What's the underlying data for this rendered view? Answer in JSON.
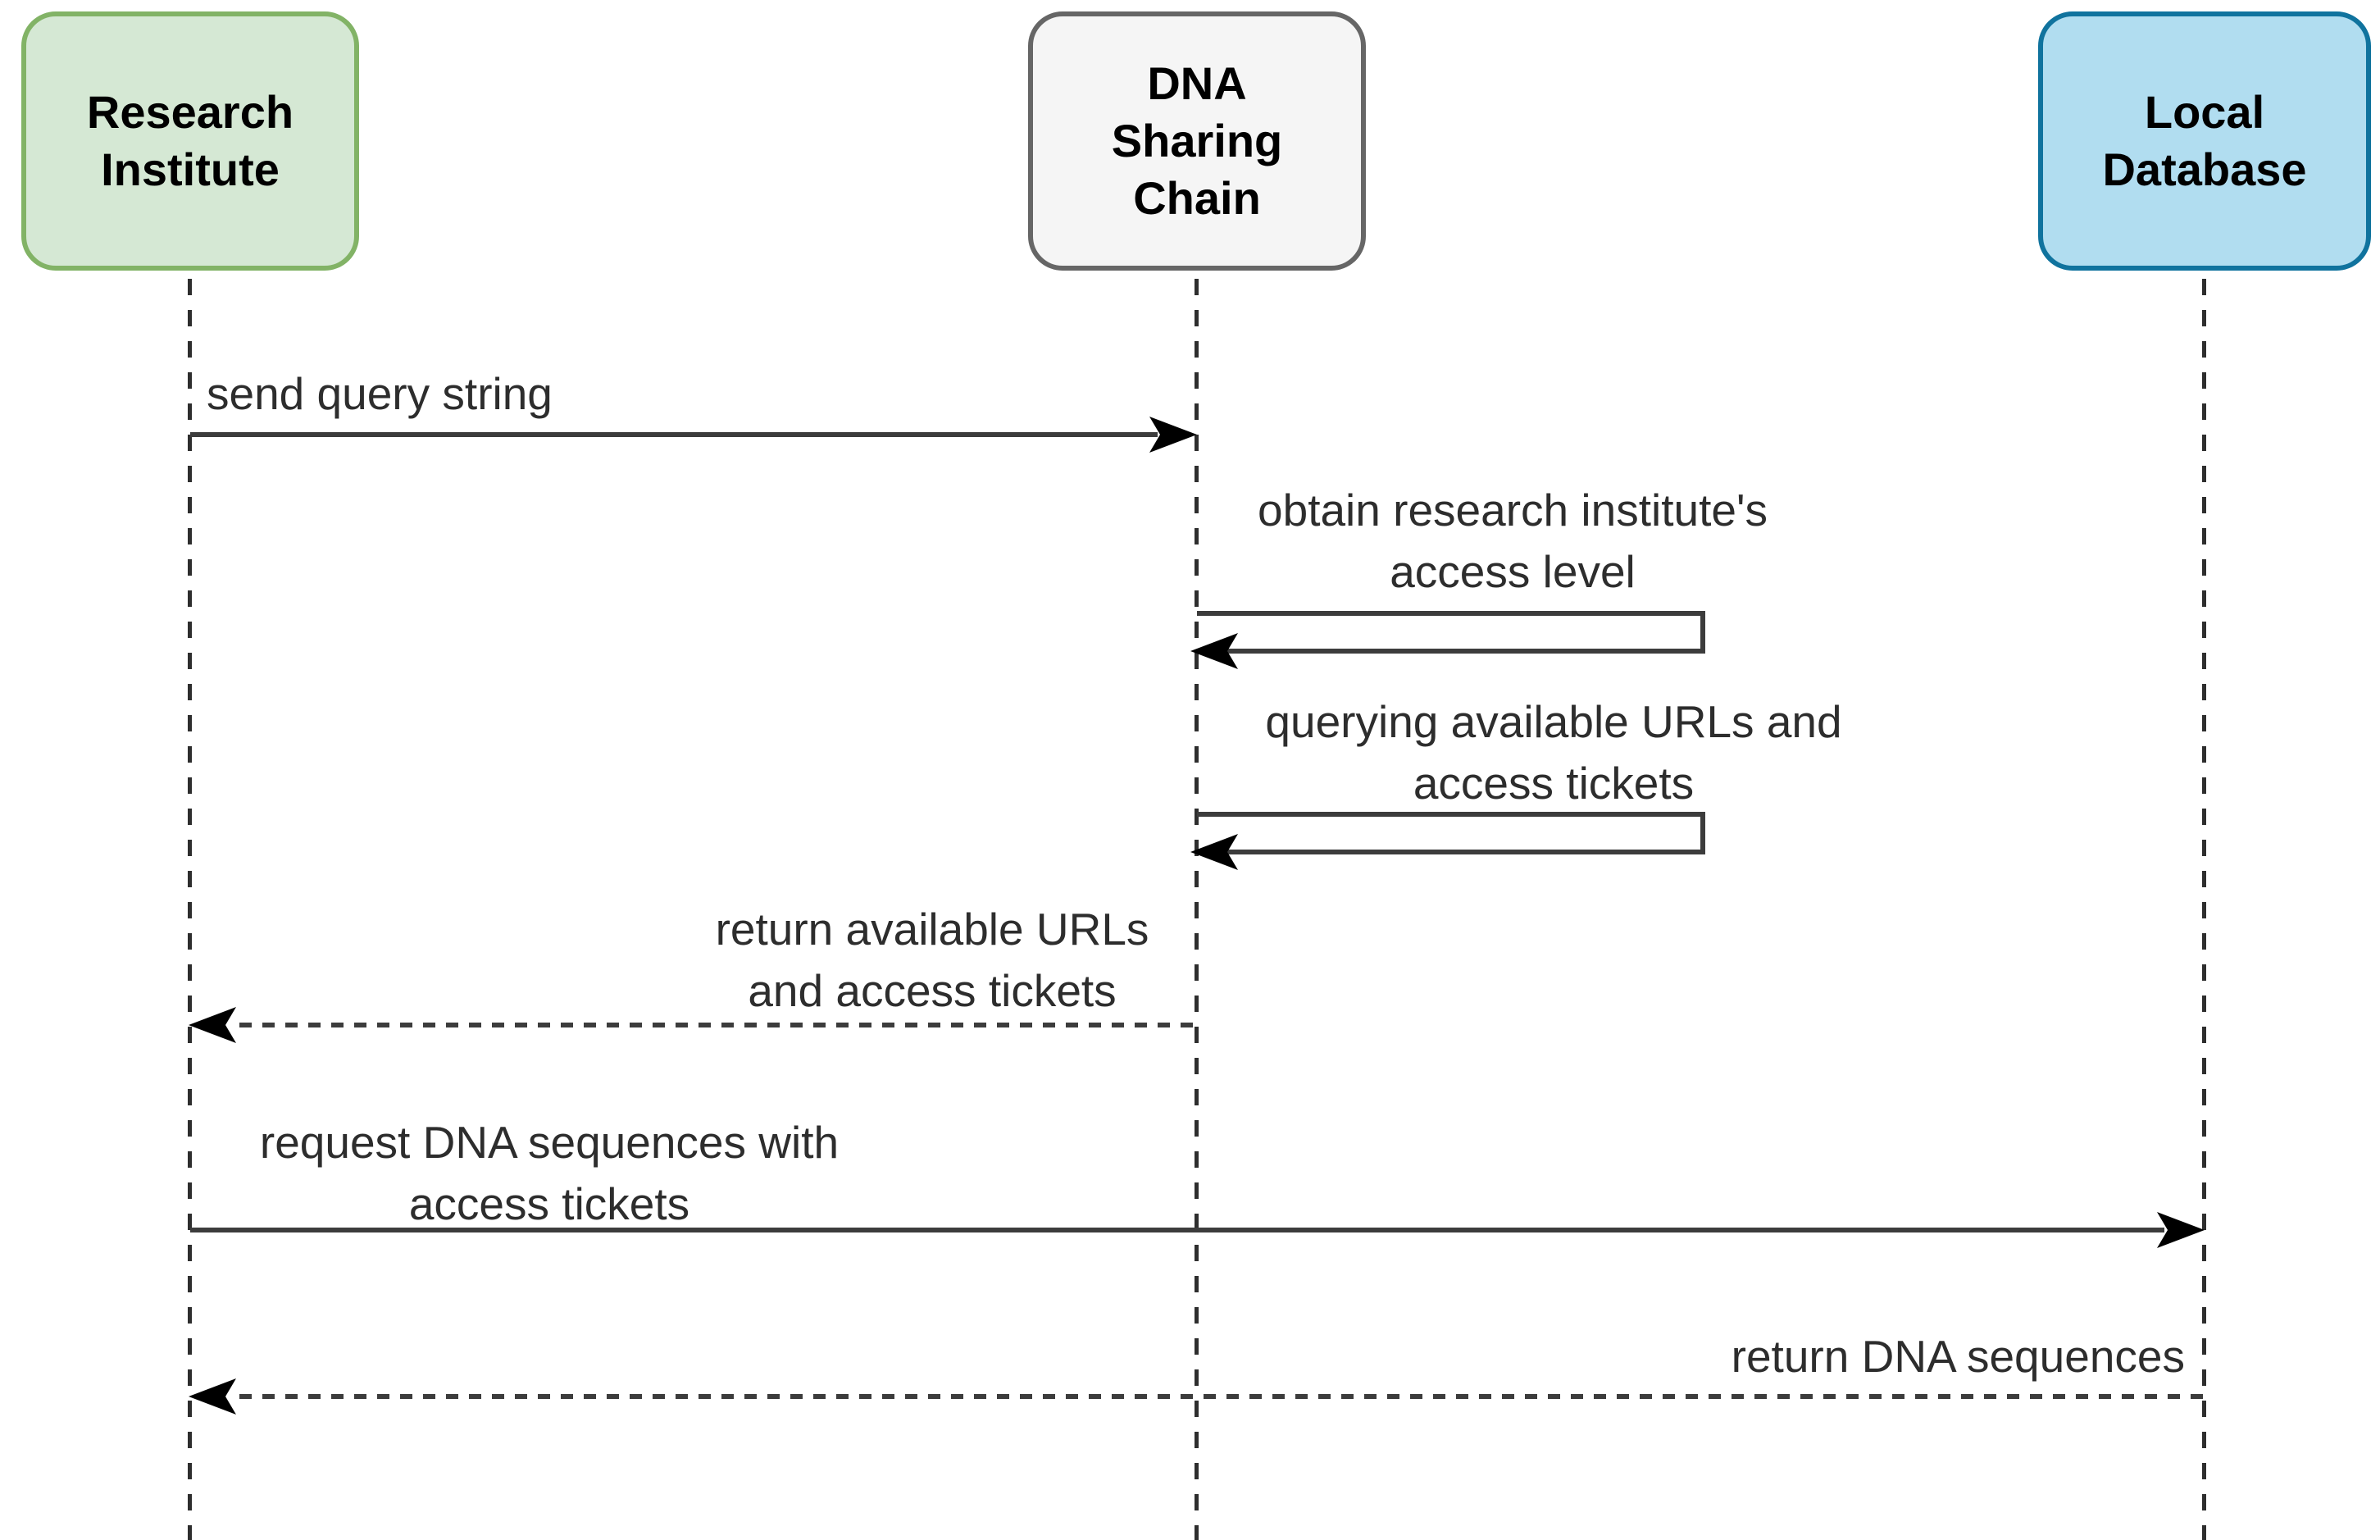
{
  "diagram": {
    "kind": "uml-sequence-diagram",
    "background": "#ffffff",
    "colors": {
      "line": "#3c3c3c",
      "arrowhead": "#000000",
      "message_text": "#2d2d2d",
      "actor_text": "#000000"
    },
    "actors": [
      {
        "name": "Research Institute",
        "fill": "#d5e8d4",
        "border": "#82b366"
      },
      {
        "name": "DNA Sharing Chain",
        "fill": "#f5f5f5",
        "border": "#666666"
      },
      {
        "name": "Local Database",
        "fill": "#b1ddf0",
        "border": "#10739e"
      }
    ],
    "messages": [
      {
        "from": "Research Institute",
        "to": "DNA Sharing Chain",
        "type": "solid-arrow",
        "lines": [
          "send query string"
        ]
      },
      {
        "from": "DNA Sharing Chain",
        "to": "DNA Sharing Chain",
        "type": "self-message",
        "lines": [
          "obtain research institute's",
          "access level"
        ]
      },
      {
        "from": "DNA Sharing Chain",
        "to": "DNA Sharing Chain",
        "type": "self-message",
        "lines": [
          "querying available URLs and",
          "access tickets"
        ]
      },
      {
        "from": "DNA Sharing Chain",
        "to": "Research Institute",
        "type": "dashed-arrow",
        "lines": [
          "return available URLs",
          "and access tickets"
        ]
      },
      {
        "from": "Research Institute",
        "to": "Local Database",
        "type": "solid-arrow",
        "lines": [
          "request DNA sequences with",
          "access tickets"
        ]
      },
      {
        "from": "Local Database",
        "to": "Research Institute",
        "type": "dashed-arrow",
        "lines": [
          "return DNA sequences"
        ]
      }
    ]
  }
}
